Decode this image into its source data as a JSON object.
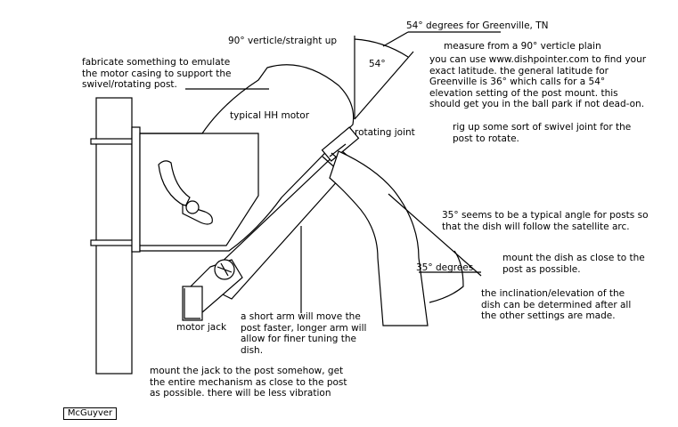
{
  "labels": {
    "greenville_angle": "54° degrees for Greenville, TN",
    "verticle": "90° verticle/straight up",
    "measure": "measure from a 90° verticle plain",
    "angle_54": "54°",
    "fabricate": "fabricate something to emulate\nthe motor casing to support the\nswivel/rotating post.",
    "dishpointer": "you can use www.dishpointer.com to find your\nexact latitude. the general latitude for\nGreenville is 36° which calls for a 54°\nelevation setting of the post mount. this\nshould get you in the ball park if not dead-on.",
    "hh_motor": "typical HH motor",
    "rotating_joint": "rotating joint",
    "swivel": "rig up some sort of swivel joint for the\npost to rotate.",
    "post_angle": "35° seems to be a typical angle for posts so\nthat the dish will follow the satellite arc.",
    "mount_dish": "mount the dish as close to the\npost as possible.",
    "degrees_35": "35° degrees",
    "inclination": "the inclination/elevation of the\ndish can be determined after all\nthe other settings are made.",
    "short_arm": "a short arm will move the\npost faster, longer arm will\nallow for finer tuning the\ndish.",
    "motor_jack": "motor jack",
    "mount_jack": "mount the jack to the post somehow, get\nthe entire mechanism as close to the post\nas possible. there will be less vibration",
    "signature": "McGuyver"
  }
}
